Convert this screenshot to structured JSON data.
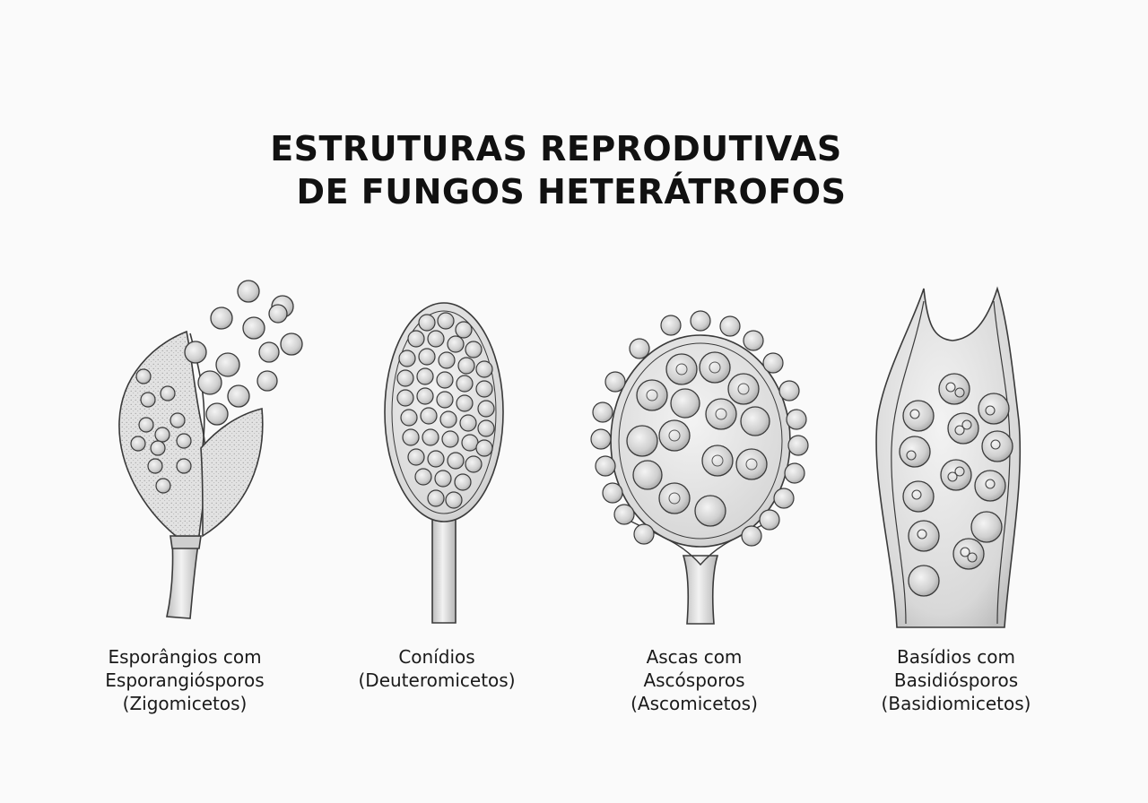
{
  "title": {
    "line1": "ESTRUTURAS REPRODUTIVAS",
    "line2": "DE FUNGOS HETERÁTROFOS"
  },
  "structures": [
    {
      "icon": "sporangium-illustration",
      "caption": [
        "Esporângios com",
        "Esporangiósporos",
        "(Zigomicetos)"
      ]
    },
    {
      "icon": "conidiophore-illustration",
      "caption": [
        "Conídios",
        "(Deuteromicetos)"
      ]
    },
    {
      "icon": "ascus-illustration",
      "caption": [
        "Ascas com",
        "Ascósporos",
        "(Ascomicetos)"
      ]
    },
    {
      "icon": "basidium-illustration",
      "caption": [
        "Basídios com",
        "Basidiósporos",
        "(Basidiomicetos)"
      ]
    }
  ]
}
